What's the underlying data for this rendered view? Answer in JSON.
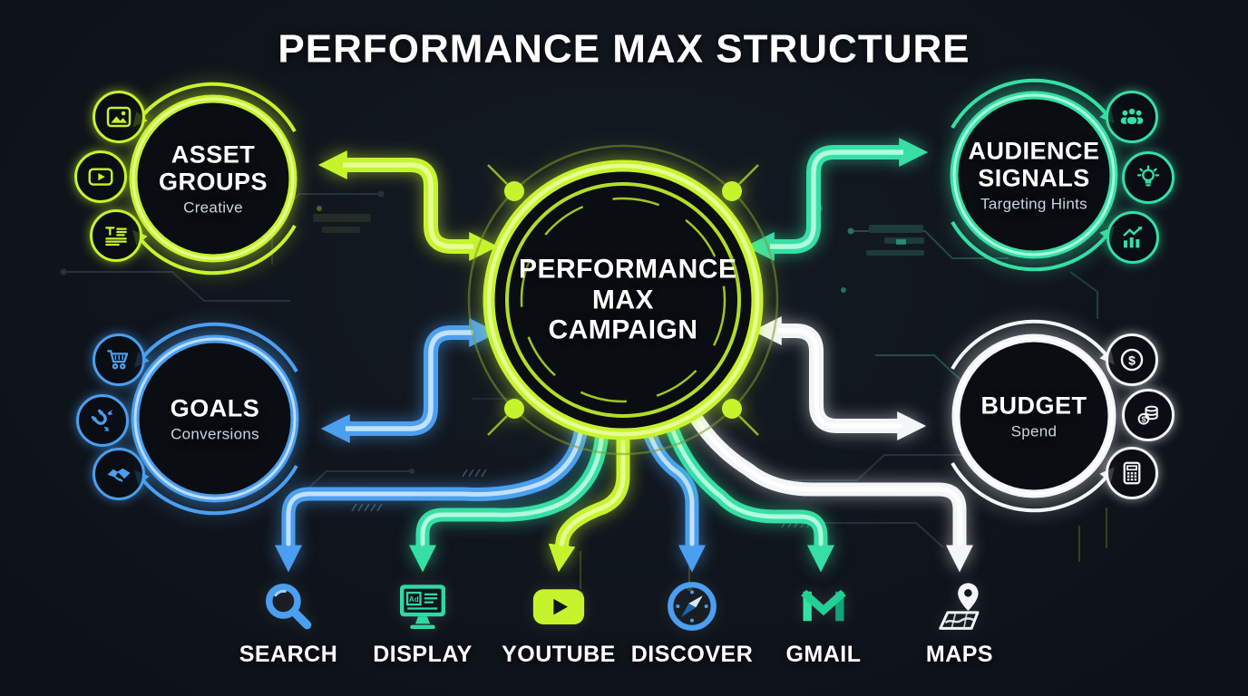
{
  "title": "PERFORMANCE MAX STRUCTURE",
  "colors": {
    "background": "#0f141b",
    "lime": "#c6f42c",
    "teal": "#35dfa5",
    "blue": "#4b9ff0",
    "white": "#f2f6f8"
  },
  "center": {
    "lines": [
      "PERFORMANCE",
      "MAX",
      "CAMPAIGN"
    ]
  },
  "satellites": [
    {
      "id": "asset-groups",
      "label": "ASSET GROUPS",
      "sublabel": "Creative",
      "color": "#c6f42c",
      "icons": [
        "image-icon",
        "video-icon",
        "text-lines-icon"
      ]
    },
    {
      "id": "audience-signals",
      "label": "AUDIENCE SIGNALS",
      "sublabel": "Targeting Hints",
      "color": "#35dfa5",
      "icons": [
        "people-icon",
        "idea-icon",
        "growth-chart-icon"
      ]
    },
    {
      "id": "goals",
      "label": "GOALS",
      "sublabel": "Conversions",
      "color": "#4b9ff0",
      "icons": [
        "cart-icon",
        "magnet-icon",
        "handshake-icon"
      ]
    },
    {
      "id": "budget",
      "label": "BUDGET",
      "sublabel": "Spend",
      "color": "#f2f6f8",
      "icons": [
        "dollar-icon",
        "coins-icon",
        "calculator-icon"
      ]
    }
  ],
  "channels": [
    {
      "label": "SEARCH",
      "icon": "search-icon",
      "color": "#4b9ff0"
    },
    {
      "label": "DISPLAY",
      "icon": "display-icon",
      "color": "#2fd9a2",
      "badge": "Ad"
    },
    {
      "label": "YOUTUBE",
      "icon": "youtube-icon",
      "color": "#c6f42c"
    },
    {
      "label": "DISCOVER",
      "icon": "discover-icon",
      "color": "#4b9ff0"
    },
    {
      "label": "GMAIL",
      "icon": "gmail-icon",
      "color": "#1fc68e"
    },
    {
      "label": "MAPS",
      "icon": "maps-icon",
      "color": "#f2f6f8"
    }
  ],
  "glyphs": {
    "dollar": "$"
  }
}
